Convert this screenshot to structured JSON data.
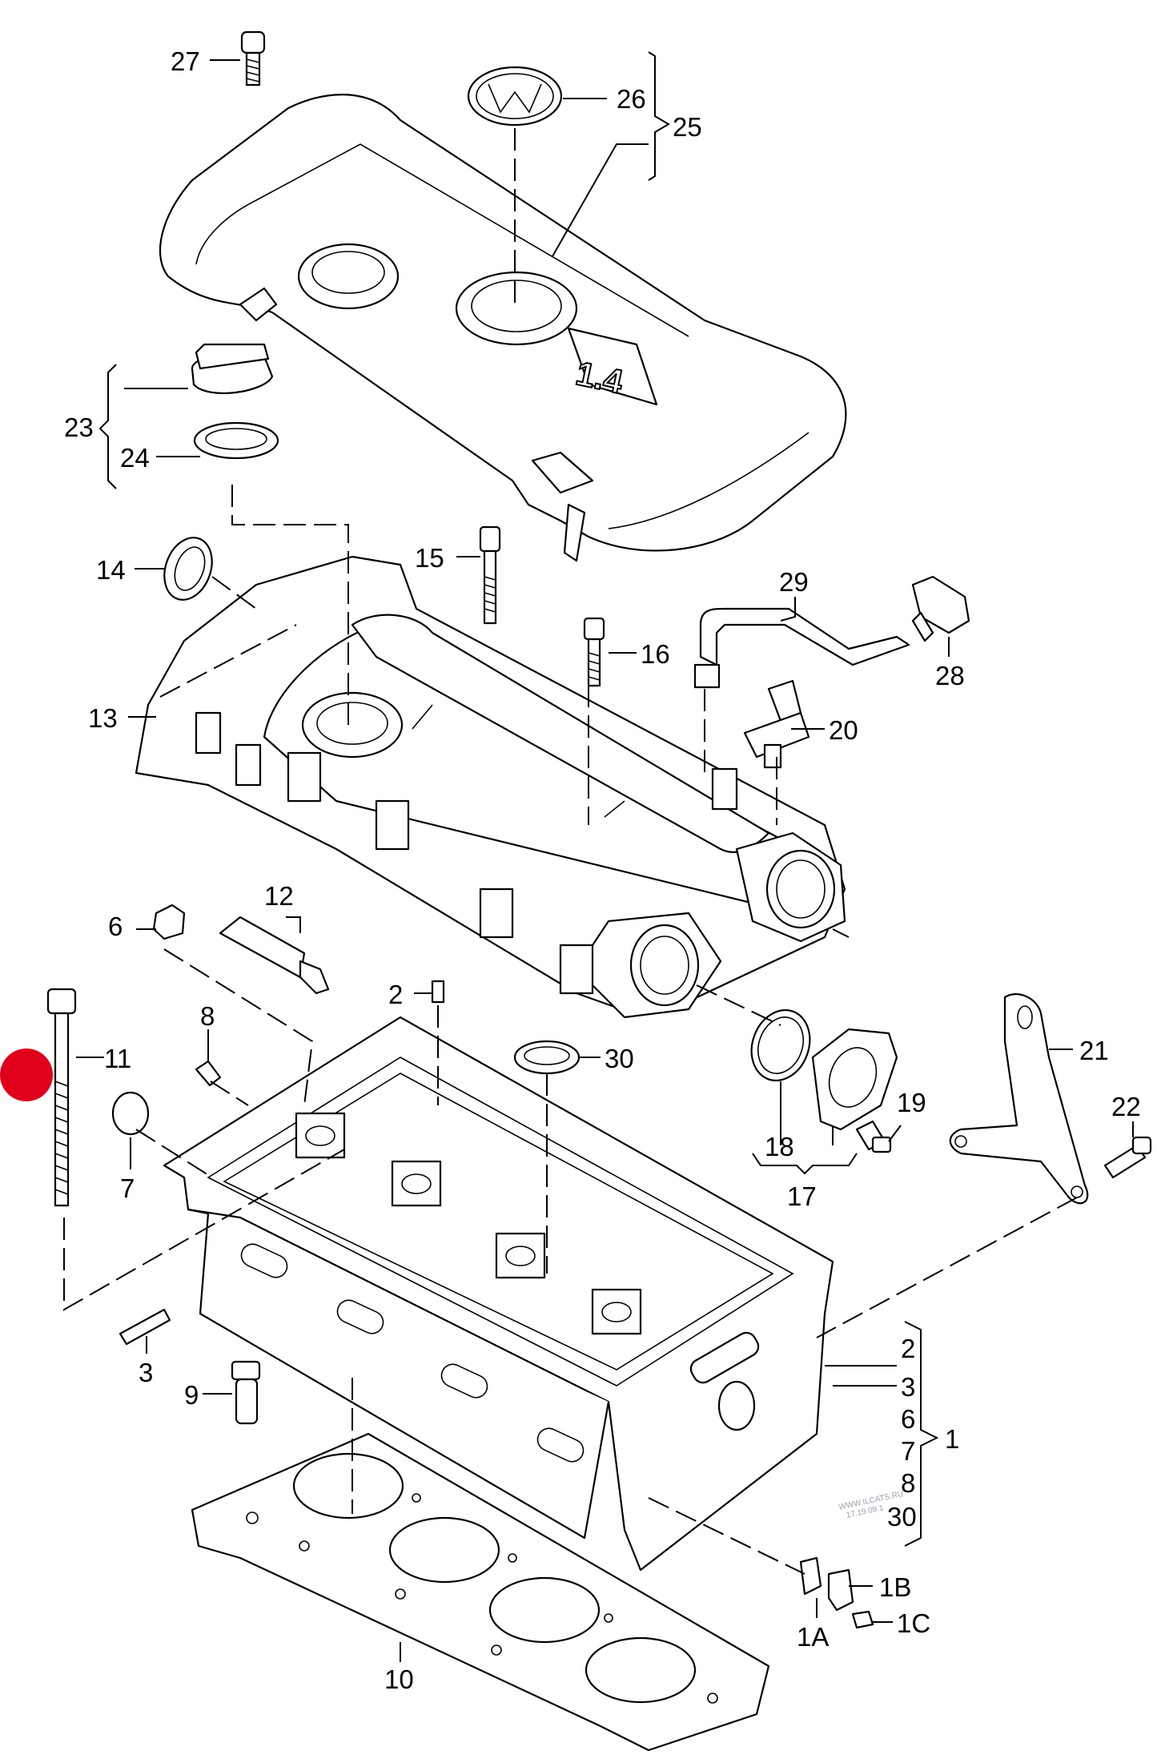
{
  "diagram": {
    "labels": {
      "l1": "1",
      "l1A": "1A",
      "l1B": "1B",
      "l1C": "1C",
      "l2": "2",
      "l3": "3",
      "l6": "6",
      "l7": "7",
      "l8": "8",
      "l9": "9",
      "l10": "10",
      "l11": "11",
      "l12": "12",
      "l13": "13",
      "l14": "14",
      "l15": "15",
      "l16": "16",
      "l17": "17",
      "l18": "18",
      "l19": "19",
      "l20": "20",
      "l21": "21",
      "l22": "22",
      "l23": "23",
      "l24": "24",
      "l25": "25",
      "l26": "26",
      "l27": "27",
      "l28": "28",
      "l29": "29",
      "l30": "30"
    },
    "group_list": [
      "2",
      "3",
      "6",
      "7",
      "8",
      "30"
    ],
    "cover_badge": "1.4",
    "watermark": [
      "WWW.ILCATS.RU",
      "17.19.09.1"
    ],
    "marker_color": "#e0001b"
  }
}
